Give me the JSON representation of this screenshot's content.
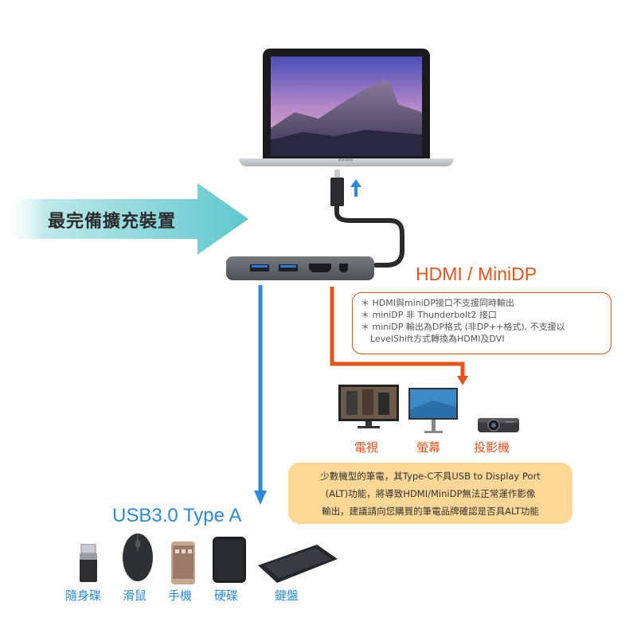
{
  "banner": {
    "text": "最完備擴充裝置"
  },
  "laptop": {
    "brand": "MacBook"
  },
  "hdmi_section": {
    "title": "HDMI / MiniDP",
    "notes": [
      "＊ HDMI與miniDP接口不支援同時輸出",
      "＊ miniDP 非 Thunderbolt2 接口",
      "＊ miniDP 輸出為DP格式 (非DP++格式), 不支援以",
      "LevelShift方式轉換為HDMI及DVI"
    ],
    "devices": [
      "電視",
      "螢幕",
      "投影機"
    ]
  },
  "warning": {
    "lines": [
      "少數機型的筆電，其Type-C不具USB to Display Port",
      "(ALT)功能，將導致HDMI/MiniDP無法正常運作影像",
      "輸出，建議請向您購買的筆電品牌確認是否具ALT功能"
    ]
  },
  "usb_section": {
    "title": "USB3.0 Type A",
    "devices": [
      "隨身碟",
      "滑鼠",
      "手機",
      "硬碟",
      "鍵盤"
    ]
  },
  "colors": {
    "hdmi_accent": "#e8531b",
    "usb_accent": "#2e8ad6",
    "warning_bg": "#fcd795",
    "banner_teal": "#7fd3d5"
  }
}
